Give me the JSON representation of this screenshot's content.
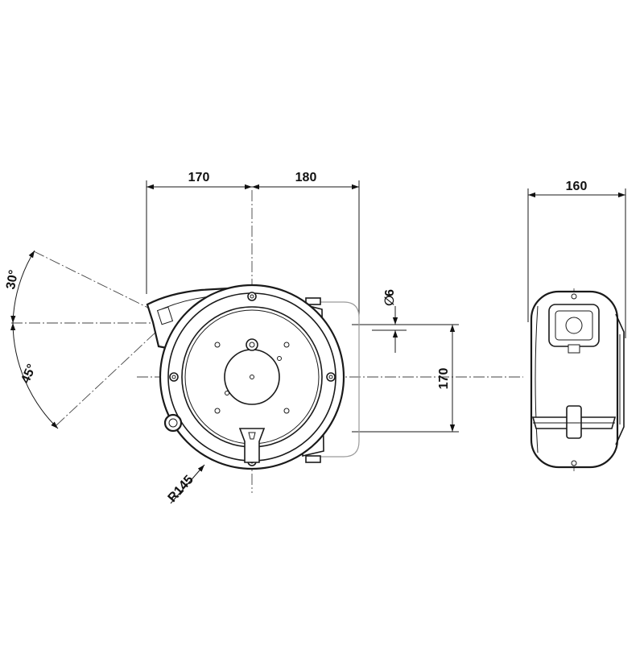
{
  "drawing": {
    "dimensions": {
      "left_width": "170",
      "right_width": "180",
      "side_width": "160",
      "height": "170",
      "diameter": "6",
      "radius": "R145",
      "angle_up": "30°",
      "angle_down": "45°"
    },
    "symbols": {
      "diameter_symbol": "∅"
    }
  }
}
